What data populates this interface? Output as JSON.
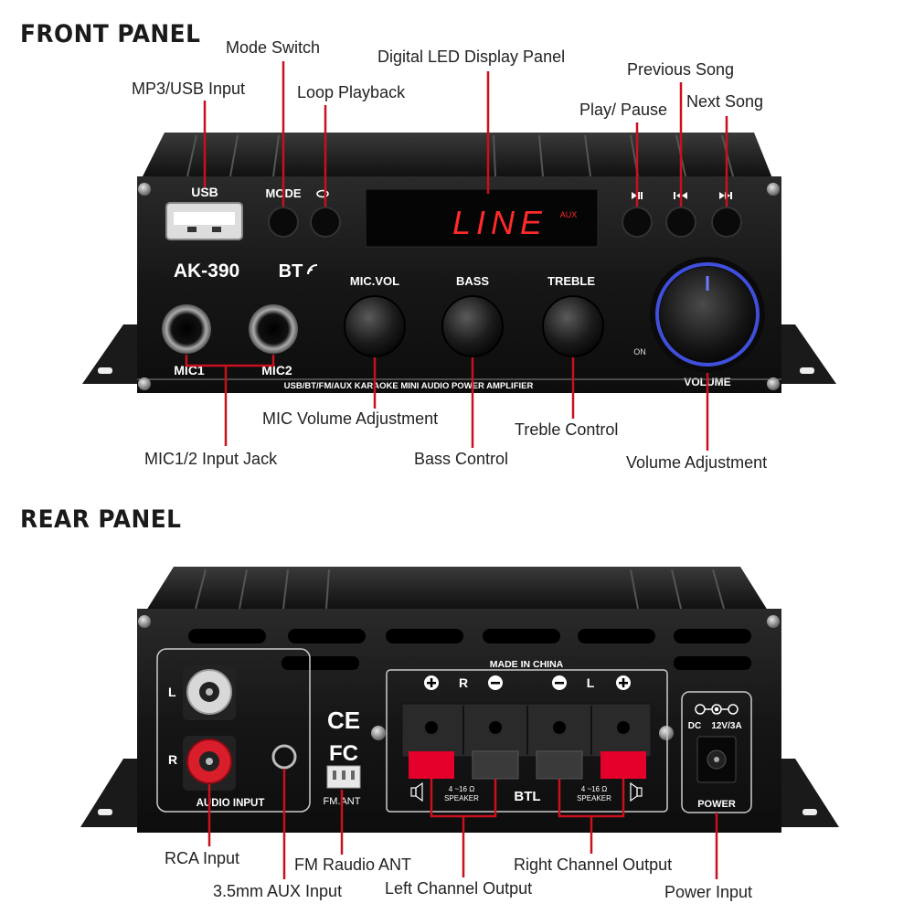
{
  "sections": {
    "front_title": "FRONT PANEL",
    "rear_title": "REAR PANEL"
  },
  "front_device": {
    "usb_label": "USB",
    "mode_label": "MODE",
    "model": "AK-390",
    "bt_label": "BT",
    "display_text": "LINE",
    "display_badge": "AUX",
    "mic_vol_label": "MIC.VOL",
    "bass_label": "BASS",
    "treble_label": "TREBLE",
    "mic1_label": "MIC1",
    "mic2_label": "MIC2",
    "strip_text": "USB/BT/FM/AUX KARAOKE MINI AUDIO POWER AMPLIFIER",
    "on_label": "ON",
    "volume_label": "VOLUME"
  },
  "rear_device": {
    "made_in": "MADE IN CHINA",
    "channel_r": "R",
    "channel_l": "L",
    "rca_l": "L",
    "rca_r": "R",
    "audio_input": "AUDIO INPUT",
    "ce_mark": "CE",
    "fc_mark": "FC",
    "fm_ant": "FM.ANT",
    "dc_label": "DC",
    "dc_rating": "12V/3A",
    "power_label": "POWER",
    "speaker_left": "4 ~16 Ω",
    "speaker_left_sub": "SPEAKER",
    "btl": "BTL",
    "speaker_right": "4 ~16 Ω",
    "speaker_right_sub": "SPEAKER"
  },
  "front_callouts": {
    "mode_switch": "Mode Switch",
    "digital_led": "Digital LED Display Panel",
    "previous_song": "Previous Song",
    "mp3_usb": "MP3/USB Input",
    "loop_playback": "Loop Playback",
    "play_pause": "Play/ Pause",
    "next_song": "Next Song",
    "mic_volume": "MIC Volume Adjustment",
    "treble_control": "Treble Control",
    "mic_jack": "MIC1/2 Input Jack",
    "bass_control": "Bass Control",
    "volume_adjust": "Volume Adjustment"
  },
  "rear_callouts": {
    "rca_input": "RCA Input",
    "fm_radio": "FM Raudio ANT",
    "right_channel": "Right Channel Output",
    "aux_input": "3.5mm AUX Input",
    "left_channel": "Left Channel Output",
    "power_input": "Power Input"
  },
  "colors": {
    "leader": "#c8101e",
    "chassis": "#141414",
    "led": "#ff2a2a",
    "volume_ring": "#4a5cff",
    "terminal_red": "#e4002b"
  }
}
